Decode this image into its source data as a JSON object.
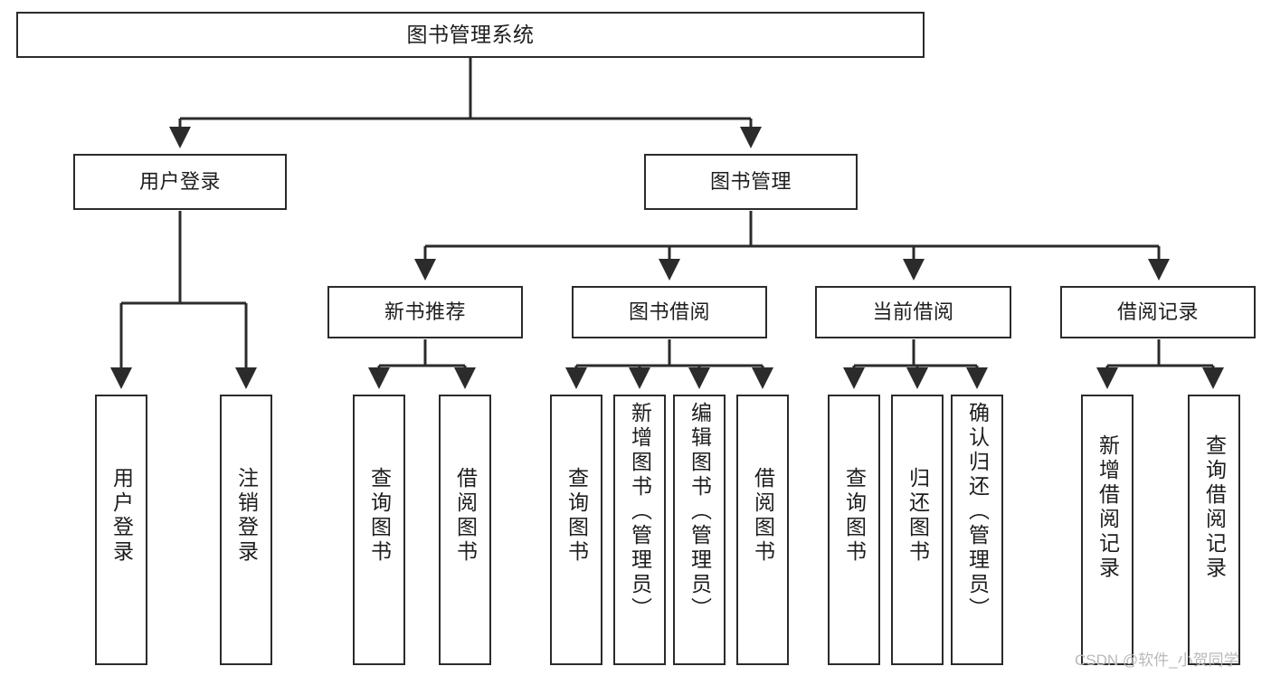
{
  "diagram": {
    "title": "图书管理系统",
    "type": "tree-hierarchy",
    "background_color": "#ffffff",
    "line_color": "#2b2b2b",
    "text_color": "#1d1d1d",
    "nodes": {
      "root": {
        "label": "图书管理系统",
        "level": 0
      },
      "user_login": {
        "label": "用户登录",
        "level": 1
      },
      "book_manage": {
        "label": "图书管理",
        "level": 1
      },
      "new_book_rec": {
        "label": "新书推荐",
        "level": 2
      },
      "book_borrow": {
        "label": "图书借阅",
        "level": 2
      },
      "current_borrow": {
        "label": "当前借阅",
        "level": 2
      },
      "borrow_record": {
        "label": "借阅记录",
        "level": 2
      },
      "leaf_user_login": {
        "label": "用户登录",
        "level": 3
      },
      "leaf_logout": {
        "label": "注销登录",
        "level": 3
      },
      "leaf_query_book_1": {
        "label": "查询图书",
        "level": 3
      },
      "leaf_borrow_book_1": {
        "label": "借阅图书",
        "level": 3
      },
      "leaf_query_book_2": {
        "label": "查询图书",
        "level": 3
      },
      "leaf_add_book": {
        "label": "新增图书（管理员）",
        "level": 3
      },
      "leaf_edit_book": {
        "label": "编辑图书（管理员）",
        "level": 3
      },
      "leaf_borrow_book_2": {
        "label": "借阅图书",
        "level": 3
      },
      "leaf_query_book_3": {
        "label": "查询图书",
        "level": 3
      },
      "leaf_return_book": {
        "label": "归还图书",
        "level": 3
      },
      "leaf_confirm_return": {
        "label": "确认归还（管理员）",
        "level": 3
      },
      "leaf_add_record": {
        "label": "新增借阅记录",
        "level": 3
      },
      "leaf_query_record": {
        "label": "查询借阅记录",
        "level": 3
      }
    }
  },
  "watermark": {
    "text": "CSDN @软件_小贺同学"
  }
}
